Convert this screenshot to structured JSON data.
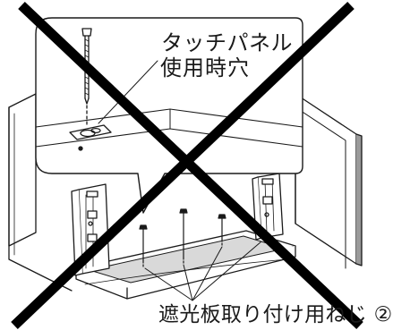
{
  "callout": {
    "line1": "タッチパネル",
    "line2": "使用時穴"
  },
  "bottom_label": "遮光板取り付け用ねじ ②",
  "colors": {
    "line": "#1a1a1a",
    "cross": "#000000",
    "panel_shadow": "#9a9a9a",
    "base_fill": "#d9d9d9"
  },
  "icons": [
    "screw-icon",
    "cross-prohibition-icon"
  ]
}
